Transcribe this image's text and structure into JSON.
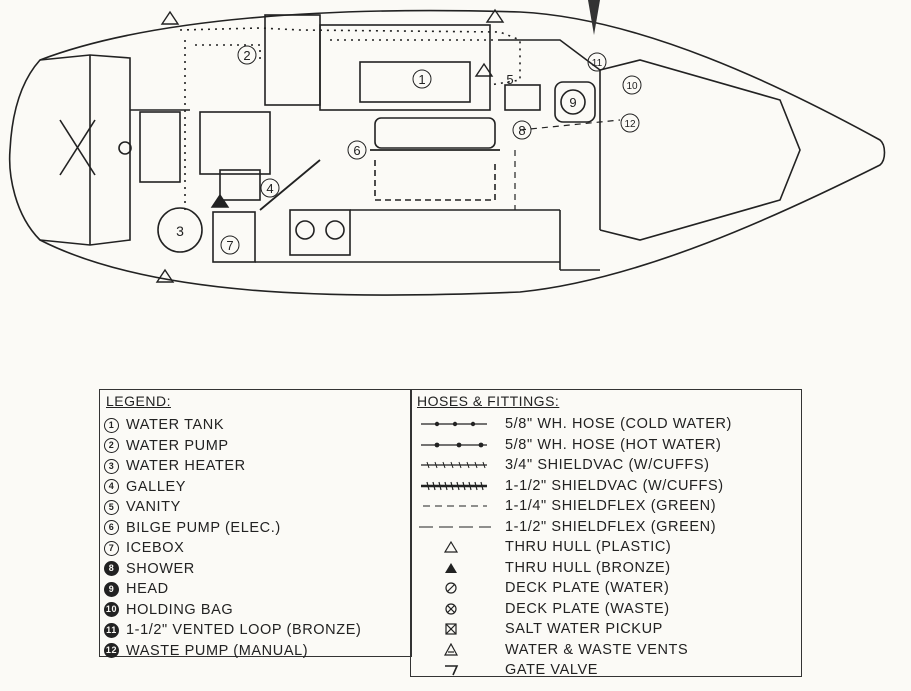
{
  "plan": {
    "callouts": [
      "1",
      "2",
      "3",
      "4",
      "5",
      "6",
      "7",
      "8",
      "9",
      "10",
      "11",
      "12"
    ]
  },
  "legend": {
    "title": "LEGEND:",
    "items": [
      {
        "num": "1",
        "label": "WATER TANK"
      },
      {
        "num": "2",
        "label": "WATER PUMP"
      },
      {
        "num": "3",
        "label": "WATER HEATER"
      },
      {
        "num": "4",
        "label": "GALLEY"
      },
      {
        "num": "5",
        "label": "VANITY"
      },
      {
        "num": "6",
        "label": "BILGE PUMP (ELEC.)"
      },
      {
        "num": "7",
        "label": "ICEBOX"
      },
      {
        "num": "8",
        "label": "SHOWER"
      },
      {
        "num": "9",
        "label": "HEAD"
      },
      {
        "num": "10",
        "label": "HOLDING BAG"
      },
      {
        "num": "11",
        "label": "1-1/2\" VENTED LOOP (BRONZE)"
      },
      {
        "num": "12",
        "label": "WASTE PUMP (MANUAL)"
      }
    ]
  },
  "fittings": {
    "title": "HOSES & FITTINGS:",
    "items": [
      {
        "symbol": "dotted-line-cold",
        "label": "5/8\" WH. HOSE (COLD WATER)"
      },
      {
        "symbol": "dotted-line-hot",
        "label": "5/8\" WH. HOSE (HOT WATER)"
      },
      {
        "symbol": "hatched-line",
        "label": "3/4\" SHIELDVAC (W/CUFFS)"
      },
      {
        "symbol": "heavy-hatched-line",
        "label": "1-1/2\" SHIELDVAC (W/CUFFS)"
      },
      {
        "symbol": "dashed-line",
        "label": "1-1/4\" SHIELDFLEX (GREEN)"
      },
      {
        "symbol": "long-dashed-line",
        "label": "1-1/2\" SHIELDFLEX (GREEN)"
      },
      {
        "symbol": "open-triangle",
        "label": "THRU HULL (PLASTIC)"
      },
      {
        "symbol": "filled-triangle",
        "label": "THRU HULL (BRONZE)"
      },
      {
        "symbol": "slashed-circle",
        "label": "DECK PLATE (WATER)"
      },
      {
        "symbol": "crossed-circle",
        "label": "DECK PLATE (WASTE)"
      },
      {
        "symbol": "crossed-square",
        "label": "SALT WATER PICKUP"
      },
      {
        "symbol": "vent-triangle",
        "label": "WATER & WASTE VENTS"
      },
      {
        "symbol": "gate-valve",
        "label": "GATE VALVE"
      }
    ]
  }
}
